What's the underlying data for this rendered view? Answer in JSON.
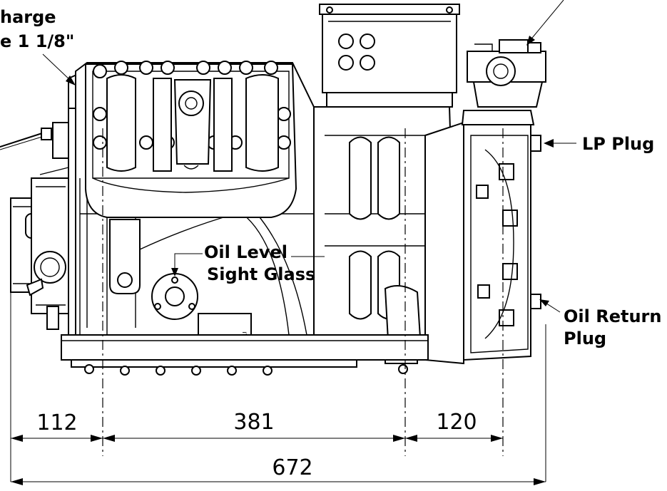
{
  "callouts": {
    "discharge_line1": "harge",
    "discharge_line2": "e 1 1/8\"",
    "lp_plug": "LP Plug",
    "oil_level_line1": "Oil Level",
    "oil_level_line2": "Sight Glass",
    "oil_return_line1": "Oil Return",
    "oil_return_line2": "Plug"
  },
  "dimensions": {
    "left_segment": "112",
    "middle_segment": "381",
    "right_segment": "120",
    "overall": "672"
  }
}
